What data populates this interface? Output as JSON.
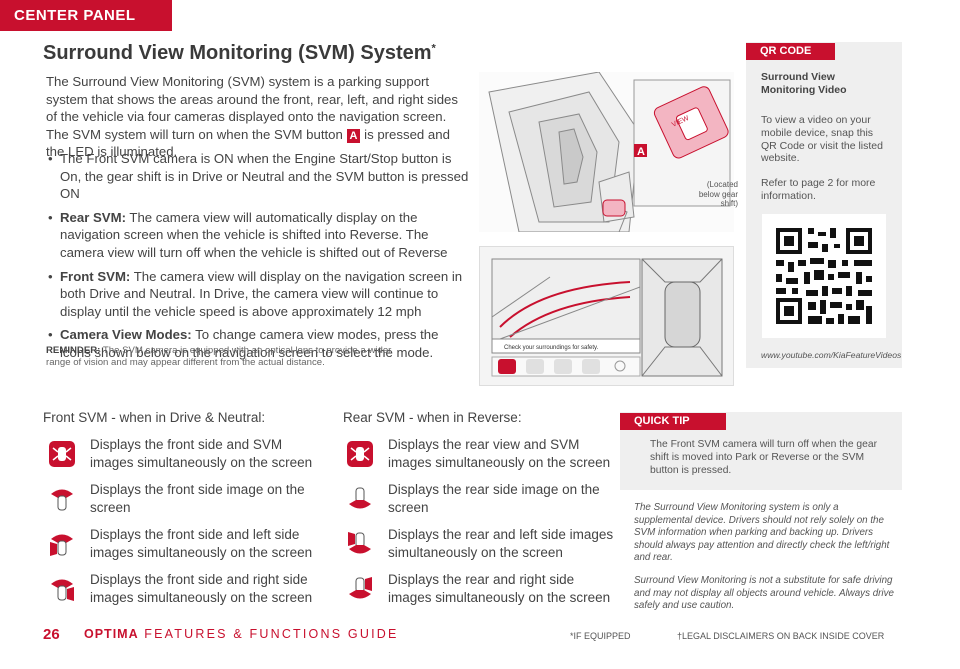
{
  "section_tab": "CENTER PANEL",
  "title": "Surround View Monitoring (SVM) System",
  "title_mark": "*",
  "intro": {
    "text_before": "The Surround View Monitoring (SVM) system is a parking support system that shows the areas around the front, rear, left, and right sides of the vehicle via four cameras displayed onto the navigation screen. The SVM system will turn on when the SVM button ",
    "badge": "A",
    "text_after": " is pressed and the LED is illuminated."
  },
  "bullets": [
    {
      "bold": "",
      "text": "The Front SVM camera is ON when the Engine Start/Stop button is On, the gear shift is in Drive or Neutral and the SVM button is pressed ON"
    },
    {
      "bold": "Rear SVM:",
      "text": " The camera view will automatically display on the navigation screen when the vehicle is shifted into Reverse. The camera view will turn off when the vehicle is shifted out of Reverse"
    },
    {
      "bold": "Front SVM:",
      "text": " The camera view will display on the navigation screen in both Drive and Neutral. In Drive, the camera view will continue to display until the vehicle speed is above approximately 12 mph"
    },
    {
      "bold": "Camera View Modes:",
      "text": " To change camera view modes, press the icons shown below on the navigation screen to select the mode."
    }
  ],
  "reminder": {
    "label": "REMINDER:",
    "text": " The SVM camera is equipped with an optical lens to provide a wider range of vision and may appear different from the actual distance."
  },
  "illustration": {
    "button_text": "VIEW",
    "callout": "A",
    "location_note": "(Located below gear shift)",
    "screen_warning": "Check your surroundings for safety."
  },
  "qr": {
    "tag": "QR CODE",
    "heading": "Surround View Monitoring Video",
    "text": "To view a video on your mobile device, snap this QR Code or visit the listed website.",
    "text2": "Refer to page 2 for more information.",
    "url": "www.youtube.com/KiaFeatureVideos"
  },
  "quick_tip": {
    "tag": "QUICK TIP",
    "text": "The Front SVM camera will turn off when the gear shift is moved into Park or Reverse or the SVM button is pressed."
  },
  "disclaimer": [
    "The Surround View Monitoring system is only a supplemental device. Drivers should not rely solely on the SVM information when parking and backing up. Drivers should always pay attention and directly check the left/right and rear.",
    "Surround View Monitoring is not a substitute for safe driving and may not display all objects around vehicle. Always drive safely and use caution."
  ],
  "front_modes": {
    "heading": "Front SVM - when in Drive & Neutral:",
    "items": [
      {
        "icon": "front-svm-full-icon",
        "text": "Displays the front side and SVM images simultaneously on the screen"
      },
      {
        "icon": "front-side-icon",
        "text": "Displays the front side image on the screen"
      },
      {
        "icon": "front-left-icon",
        "text": "Displays the front side and left side images simultaneously on the screen"
      },
      {
        "icon": "front-right-icon",
        "text": "Displays the front side and right side images simultaneously on the screen"
      }
    ]
  },
  "rear_modes": {
    "heading": "Rear SVM - when in Reverse:",
    "items": [
      {
        "icon": "rear-svm-full-icon",
        "text": "Displays the rear view and SVM images simultaneously on the screen"
      },
      {
        "icon": "rear-side-icon",
        "text": "Displays the rear side image on the screen"
      },
      {
        "icon": "rear-left-icon",
        "text": "Displays the rear and left side images simultaneously on the screen"
      },
      {
        "icon": "rear-right-icon",
        "text": "Displays the rear and right side images simultaneously on the screen"
      }
    ]
  },
  "footer": {
    "page": "26",
    "brand": "OPTIMA",
    "guide": "FEATURES & FUNCTIONS GUIDE",
    "if_equipped": "*IF EQUIPPED",
    "legal": "†LEGAL DISCLAIMERS ON BACK INSIDE COVER"
  },
  "colors": {
    "accent": "#c8102e",
    "panel": "#efefef",
    "text": "#444444"
  }
}
